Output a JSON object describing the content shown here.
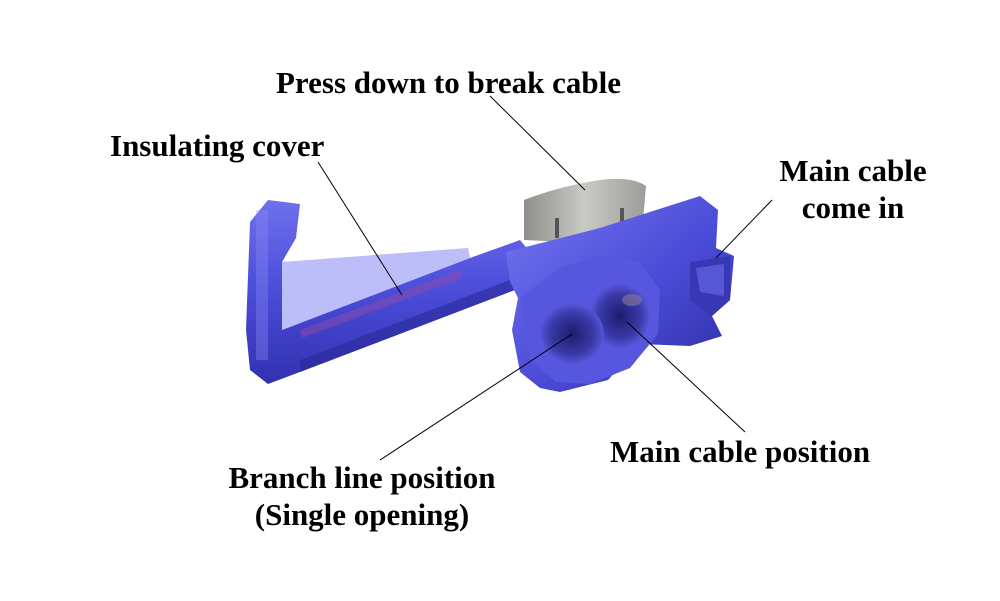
{
  "labels": {
    "press_down": "Press down to break cable",
    "insulating_cover": "Insulating cover",
    "main_cable_in_line1": "Main cable",
    "main_cable_in_line2": "come in",
    "main_cable_position": "Main cable position",
    "branch_line_line1": "Branch line position",
    "branch_line_line2": "(Single opening)"
  },
  "colors": {
    "connector_blue": "#4a4ad6",
    "connector_dark": "#2e2ea8",
    "connector_light": "#7b7cf0",
    "blade_metal": "#a9aaa6",
    "leader_line": "#000000"
  }
}
